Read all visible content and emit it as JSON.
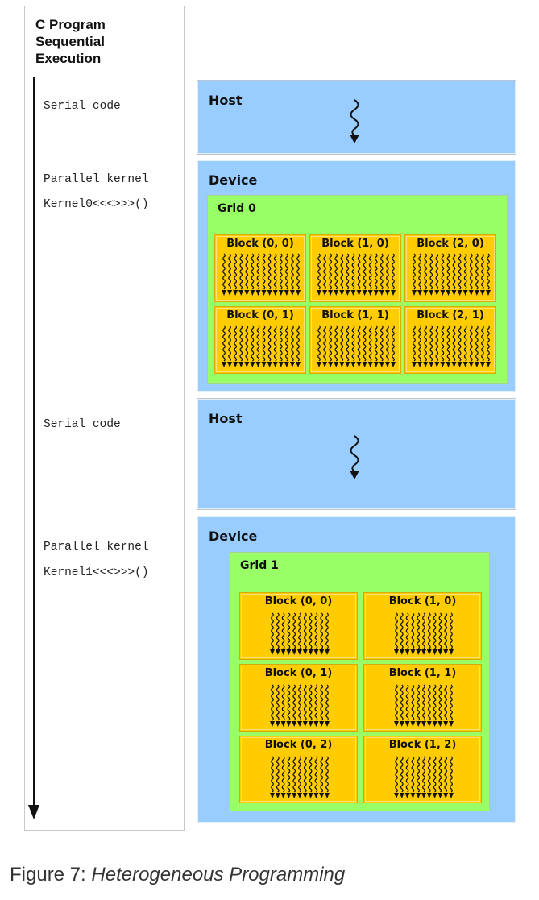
{
  "program": {
    "title_lines": [
      "C Program",
      "Sequential",
      "Execution"
    ],
    "labels": {
      "serial1": "Serial code",
      "parallel1_line1": "Parallel kernel",
      "parallel1_line2": "Kernel0<<<>>>()",
      "serial2": "Serial code",
      "parallel2_line1": "Parallel kernel",
      "parallel2_line2": "Kernel1<<<>>>()"
    }
  },
  "host1": {
    "title": "Host"
  },
  "device1": {
    "title": "Device",
    "grid": {
      "title": "Grid 0",
      "blocks": [
        [
          "Block (0, 0)",
          "Block (1, 0)",
          "Block (2, 0)"
        ],
        [
          "Block (0, 1)",
          "Block (1, 1)",
          "Block (2, 1)"
        ]
      ]
    }
  },
  "host2": {
    "title": "Host"
  },
  "device2": {
    "title": "Device",
    "grid": {
      "title": "Grid 1",
      "blocks": [
        [
          "Block (0, 0)",
          "Block (1, 0)"
        ],
        [
          "Block (0, 1)",
          "Block (1, 1)"
        ],
        [
          "Block (0, 2)",
          "Block (1, 2)"
        ]
      ]
    }
  },
  "caption": {
    "prefix": "Figure 7: ",
    "title": "Heterogeneous Programming"
  },
  "colors": {
    "host_device_fill": "#99ccff",
    "grid_fill": "#99ff66",
    "block_fill": "#ffcc00"
  },
  "icons": {
    "serial_thread": "wavy-down-arrow-icon",
    "parallel_threads": "wavy-thread-arrows-icon"
  }
}
